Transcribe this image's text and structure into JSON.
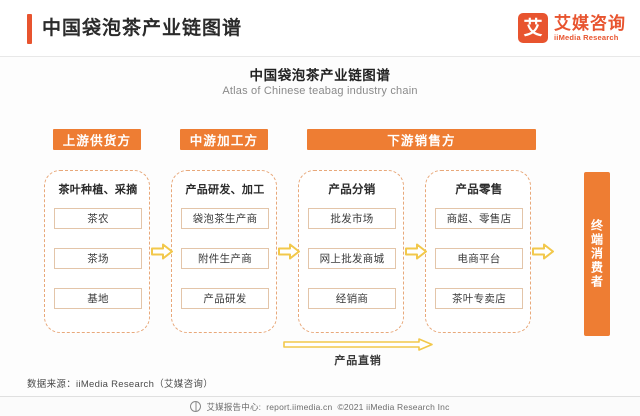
{
  "header": {
    "accent_color": "#e8542f",
    "title": "中国袋泡茶产业链图谱",
    "brand": {
      "mark_glyph": "艾",
      "name_cn": "艾媒咨询",
      "name_en": "iiMedia Research"
    }
  },
  "chart_data": {
    "type": "diagram",
    "title": "中国袋泡茶产业链图谱",
    "subtitle": "Atlas of Chinese teabag industry chain",
    "accent_color": "#ee7d33",
    "arrow_color": "#f2c84b",
    "dashed_border_color": "#e8a87a",
    "stages": [
      {
        "label": "上游供货方",
        "span_columns": 1
      },
      {
        "label": "中游加工方",
        "span_columns": 1
      },
      {
        "label": "下游销售方",
        "span_columns": 2
      }
    ],
    "columns": [
      {
        "title": "茶叶种植、采摘",
        "items": [
          "茶农",
          "茶场",
          "基地"
        ]
      },
      {
        "title": "产品研发、加工",
        "items": [
          "袋泡茶生产商",
          "附件生产商",
          "产品研发"
        ]
      },
      {
        "title": "产品分销",
        "items": [
          "批发市场",
          "网上批发商城",
          "经销商"
        ]
      },
      {
        "title": "产品零售",
        "items": [
          "商超、零售店",
          "电商平台",
          "茶叶专卖店"
        ]
      }
    ],
    "flow_arrows": 4,
    "direct_channel": {
      "label": "产品直销",
      "from": "产品研发、加工",
      "to": "产品零售"
    },
    "terminal": {
      "label": "终端消费者"
    }
  },
  "source_note": "数据来源：iiMedia Research（艾媒咨询）",
  "footer": {
    "icon": "globe-icon",
    "report_center": "艾媒报告中心:",
    "url": "report.iimedia.cn",
    "copyright": "©2021  iiMedia Research Inc"
  }
}
